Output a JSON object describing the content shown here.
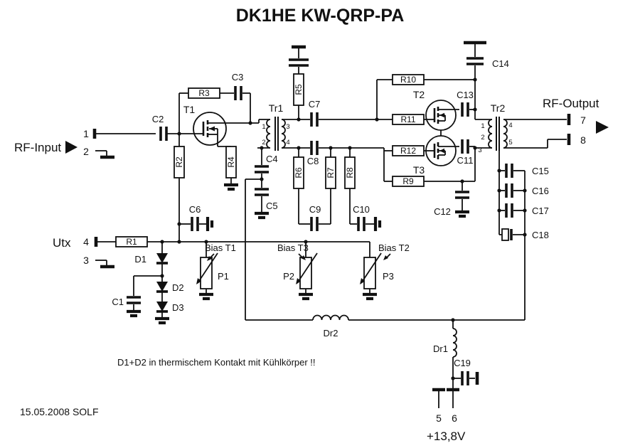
{
  "colors": {
    "ink": "#111111",
    "background": "#ffffff"
  },
  "title": "DK1HE  KW-QRP-PA",
  "labels": {
    "rf_input": "RF-Input",
    "rf_output": "RF-Output",
    "utx": "Utx",
    "supply": "+13,8V",
    "bias_t1": "Bias T1",
    "bias_t3": "Bias T3",
    "bias_t2": "Bias T2",
    "note": "D1+D2 in thermischem Kontakt mit Kühlkörper !!",
    "date_stamp": "15.05.2008  SOLF"
  },
  "terminals": {
    "t1": "1",
    "t2": "2",
    "t3": "3",
    "t4": "4",
    "t5": "5",
    "t6": "6",
    "t7": "7",
    "t8": "8"
  },
  "components": {
    "R1": "R1",
    "R2": "R2",
    "R3": "R3",
    "R4": "R4",
    "R5": "R5",
    "R6": "R6",
    "R7": "R7",
    "R8": "R8",
    "R9": "R9",
    "R10": "R10",
    "R11": "R11",
    "R12": "R12",
    "C1": "C1",
    "C2": "C2",
    "C3": "C3",
    "C4": "C4",
    "C5": "C5",
    "C6": "C6",
    "C7": "C7",
    "C8": "C8",
    "C9": "C9",
    "C10": "C10",
    "C11": "C11",
    "C12": "C12",
    "C13": "C13",
    "C14": "C14",
    "C15": "C15",
    "C16": "C16",
    "C17": "C17",
    "C18": "C18",
    "C19": "C19",
    "T1": "T1",
    "T2": "T2",
    "T3": "T3",
    "Tr1": "Tr1",
    "Tr2": "Tr2",
    "D1": "D1",
    "D2": "D2",
    "D3": "D3",
    "P1": "P1",
    "P2": "P2",
    "P3": "P3",
    "Dr1": "Dr1",
    "Dr2": "Dr2"
  },
  "tr1_pins": {
    "p1": "1",
    "p2": "2",
    "p3": "3",
    "p4": "4"
  },
  "tr2_pins": {
    "p1": "1",
    "p2": "2",
    "p3": "3",
    "p4": "4",
    "p5": "5"
  }
}
